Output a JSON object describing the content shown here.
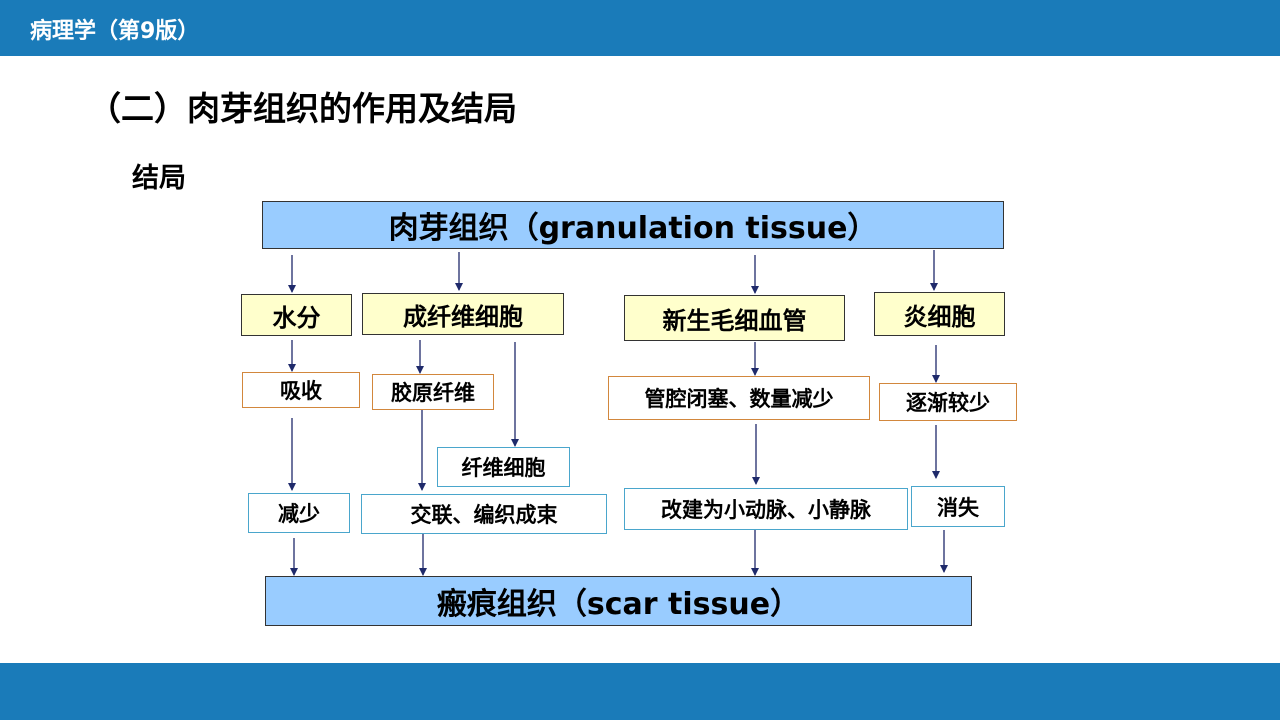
{
  "header": {
    "title": "病理学（第9版）"
  },
  "heading": "（二）肉芽组织的作用及结局",
  "subheading": "结局",
  "diagram": {
    "top": "肉芽组织（granulation tissue）",
    "categories": {
      "water": "水分",
      "fibroblast": "成纤维细胞",
      "capillary": "新生毛细血管",
      "inflammatory": "炎细胞"
    },
    "step1": {
      "water": "吸收",
      "collagen": "胶原纤维",
      "fibrocyte": "纤维细胞",
      "capillary": "管腔闭塞、数量减少",
      "inflammatory": "逐渐较少"
    },
    "step2": {
      "water": "减少",
      "fibroblast": "交联、编织成束",
      "capillary": "改建为小动脉、小静脉",
      "inflammatory": "消失"
    },
    "bottom": "瘢痕组织（scar tissue）"
  },
  "colors": {
    "bar": "#1a7bb9",
    "main_box": "#99ccff",
    "category_box": "#ffffcc",
    "orange_border": "#d2873d",
    "blue_border": "#4aa6cc",
    "arrow": "#1f2a6b"
  }
}
